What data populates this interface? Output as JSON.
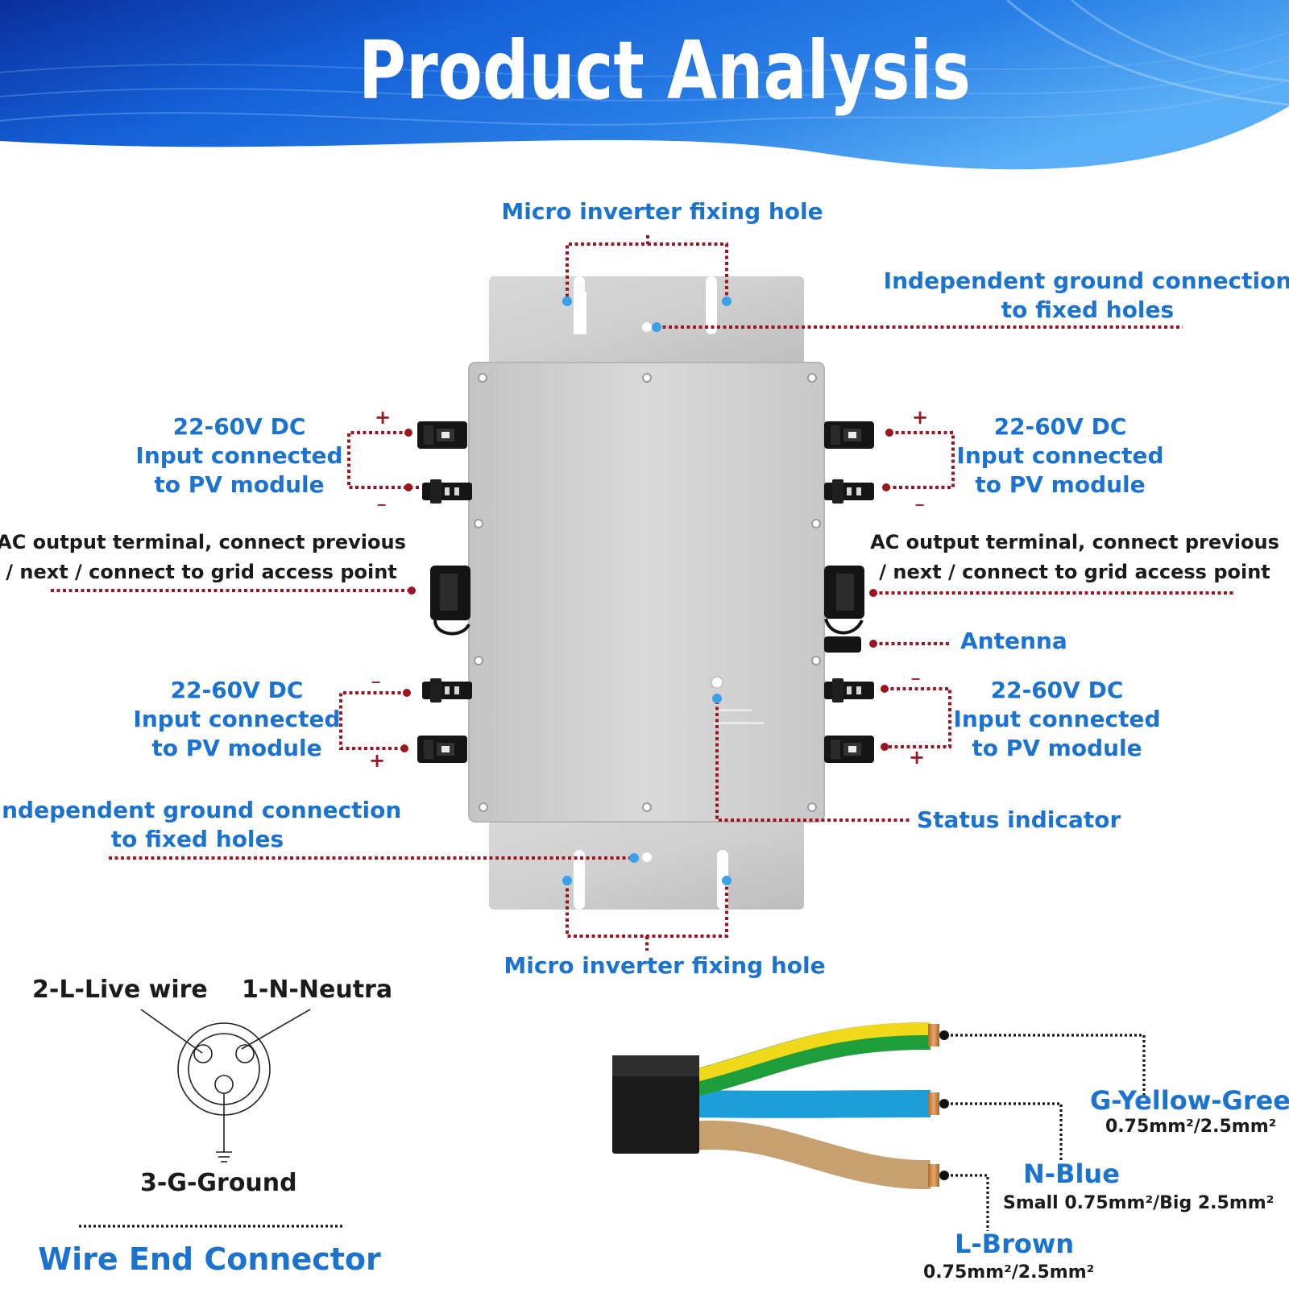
{
  "banner": {
    "title": "Product  Analysis",
    "colors": {
      "deep": "#0a2f9c",
      "mid": "#1560d8",
      "light": "#5aaef5"
    }
  },
  "callouts": {
    "fixing_hole_top": "Micro inverter fixing hole",
    "fixing_hole_bottom": "Micro inverter fixing hole",
    "ground_right": {
      "line1": "Independent ground connection",
      "line2": "to fixed holes"
    },
    "ground_left": {
      "line1": "Independent ground connection",
      "line2": "to fixed holes"
    },
    "dc_top_left": {
      "line1": "22-60V DC",
      "line2": "Input connected",
      "line3": "to PV module"
    },
    "dc_top_right": {
      "line1": "22-60V DC",
      "line2": "Input connected",
      "line3": "to PV module"
    },
    "dc_bottom_left": {
      "line1": "22-60V DC",
      "line2": "Input connected",
      "line3": "to PV module"
    },
    "dc_bottom_right": {
      "line1": "22-60V DC",
      "line2": "Input connected",
      "line3": "to PV module"
    },
    "ac_left": {
      "line1": "AC output terminal, connect previous",
      "line2": "/ next / connect to grid access point"
    },
    "ac_right": {
      "line1": "AC output terminal, connect previous",
      "line2": "/ next / connect to grid access point"
    },
    "antenna": "Antenna",
    "status": "Status indicator",
    "plus": "+",
    "minus": "−"
  },
  "connector": {
    "live": "2-L-Live wire",
    "neutral": "1-N-Neutra",
    "ground": "3-G-Ground",
    "title": "Wire End Connector"
  },
  "wires": {
    "green": {
      "label": "G-Yellow-Green",
      "spec": "0.75mm²/2.5mm²",
      "colors": [
        "#f0d81a",
        "#1e9d3b"
      ]
    },
    "blue": {
      "label": "N-Blue",
      "spec": "Small 0.75mm²/Big 2.5mm²",
      "color": "#1c9fd8"
    },
    "brown": {
      "label": "L-Brown",
      "spec": "0.75mm²/2.5mm²",
      "color": "#c7a070"
    }
  },
  "accent_colors": {
    "label_blue": "#1a73d0",
    "leader_red": "#9e1420"
  }
}
